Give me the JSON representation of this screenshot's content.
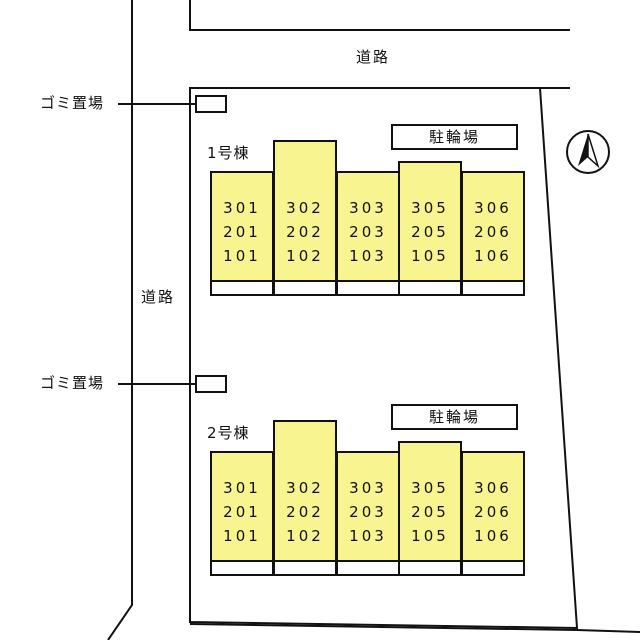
{
  "colors": {
    "building": "#f8f490",
    "line": "#111111",
    "background": "#ffffff"
  },
  "labels": {
    "road_top": "道路",
    "road_left": "道路",
    "garbage_top": "ゴミ置場",
    "garbage_bottom": "ゴミ置場"
  },
  "icons": {
    "north": "north-arrow-icon"
  },
  "buildings": [
    {
      "name": "1号棟",
      "bike_parking": "駐輪場",
      "units": [
        [
          "301",
          "201",
          "101"
        ],
        [
          "302",
          "202",
          "102"
        ],
        [
          "303",
          "203",
          "103"
        ],
        [
          "305",
          "205",
          "105"
        ],
        [
          "306",
          "206",
          "106"
        ]
      ]
    },
    {
      "name": "2号棟",
      "bike_parking": "駐輪場",
      "units": [
        [
          "301",
          "201",
          "101"
        ],
        [
          "302",
          "202",
          "102"
        ],
        [
          "303",
          "203",
          "103"
        ],
        [
          "305",
          "205",
          "105"
        ],
        [
          "306",
          "206",
          "106"
        ]
      ]
    }
  ]
}
